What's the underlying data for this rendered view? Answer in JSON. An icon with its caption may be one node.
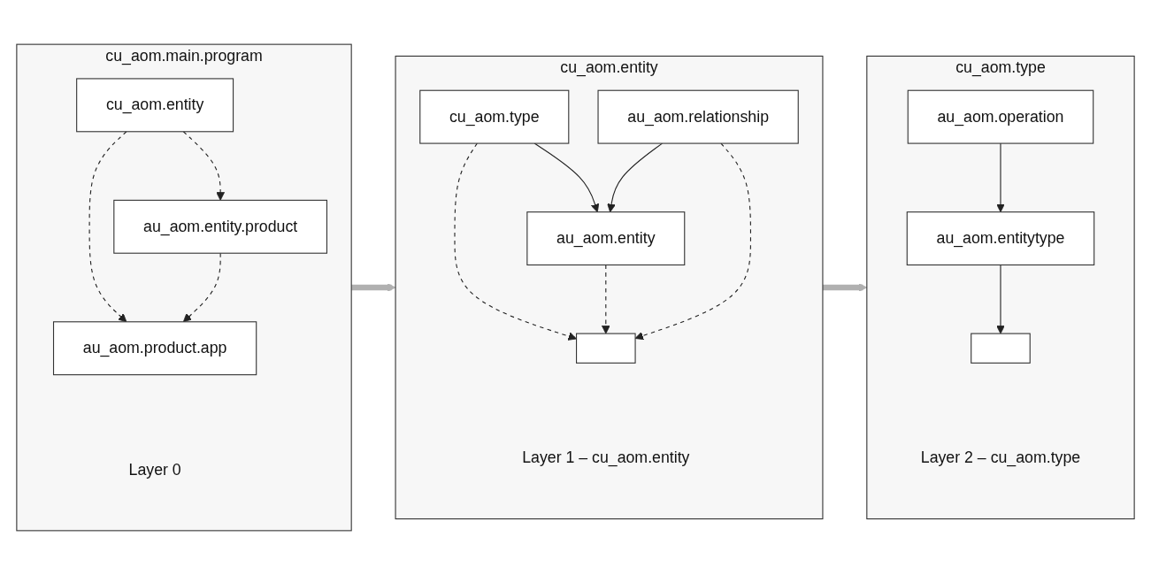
{
  "diagram": {
    "nodes": [
      {
        "text": [
          "cu_aom.main.program"
        ],
        "beside": [
          "Layer 0"
        ]
      },
      {
        "text": [
          "cu_aom.entity"
        ],
        "in": 0
      },
      {
        "text": [
          "au_aom.entity.product"
        ],
        "in": 0
      },
      {
        "text": [
          "au_aom.product.app"
        ],
        "in": 0
      },
      {
        "text": [
          "cu_aom.entity"
        ],
        "beside": [
          "Layer 1 – cu_aom.entity"
        ]
      },
      {
        "text": [
          "cu_aom.type"
        ],
        "in": 4
      },
      {
        "text": [
          "au_aom.relationship"
        ],
        "in": 4
      },
      {
        "text": [
          "au_aom.entity"
        ],
        "in": 4
      },
      {
        "text": [],
        "shape": "box",
        "in": 4
      },
      {
        "text": [
          "cu_aom.type"
        ],
        "beside": [
          "Layer 2 – cu_aom.type"
        ]
      },
      {
        "text": [
          "au_aom.operation"
        ],
        "in": 9
      },
      {
        "text": [
          "au_aom.entitytype"
        ],
        "in": 9
      },
      {
        "text": [],
        "shape": "box",
        "in": 9
      }
    ],
    "edges": [
      {
        "from": 1,
        "to": 2,
        "arrow": "to",
        "style": "dashed"
      },
      {
        "from": 1,
        "to": 3,
        "arrow": "to",
        "style": "dashed"
      },
      {
        "from": 2,
        "to": 3,
        "arrow": "to",
        "style": "dashed"
      },
      {
        "from": 0,
        "to": 4,
        "arrow": "to",
        "style": "thick",
        "color": "#b0b0b0"
      },
      {
        "from": 5,
        "to": 7,
        "arrow": "to"
      },
      {
        "from": 6,
        "to": 7,
        "arrow": "to"
      },
      {
        "from": 5,
        "to": 8,
        "arrow": "to",
        "style": "dashed"
      },
      {
        "from": 7,
        "to": 8,
        "arrow": "to",
        "style": "dashed"
      },
      {
        "from": 6,
        "to": 8,
        "arrow": "to",
        "style": "dashed"
      },
      {
        "from": 4,
        "to": 9,
        "arrow": "to",
        "style": "thick",
        "color": "#b0b0b0"
      },
      {
        "from": 10,
        "to": 11,
        "arrow": "to"
      },
      {
        "from": 11,
        "to": 12,
        "arrow": "to"
      }
    ]
  }
}
